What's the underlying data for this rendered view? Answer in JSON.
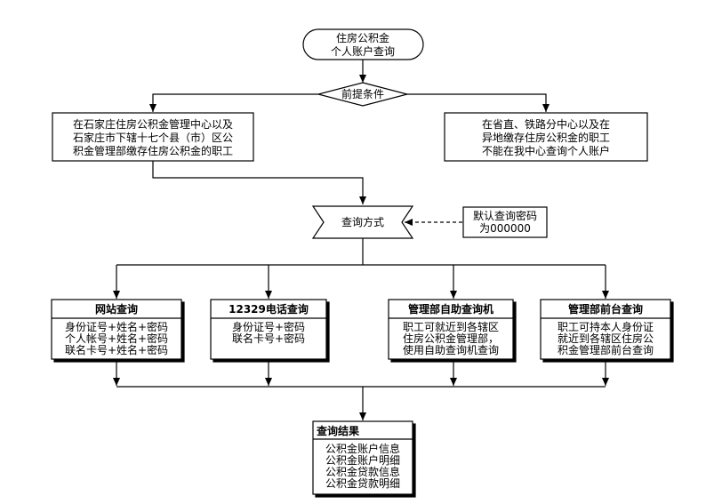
{
  "start": {
    "lines": [
      "住房公积金",
      "个人账户查询"
    ]
  },
  "precondition": {
    "label": "前提条件"
  },
  "eligible": {
    "lines": [
      "在石家庄住房公积金管理中心以及",
      "石家庄市下辖十七个县（市）区公",
      "积金管理部缴存住房公积金的职工"
    ]
  },
  "ineligible": {
    "lines": [
      "在省直、铁路分中心以及在",
      "异地缴存住房公积金的职工",
      "不能在我中心查询个人账户"
    ]
  },
  "method": {
    "label": "查询方式"
  },
  "password_note": {
    "lines": [
      "默认查询密码",
      "为000000"
    ]
  },
  "channels": [
    {
      "title": "网站查询",
      "lines": [
        "身份证号+姓名+密码",
        "个人帐号+姓名+密码",
        "联名卡号+姓名+密码"
      ]
    },
    {
      "title": "12329电话查询",
      "lines": [
        "身份证号+密码",
        "联名卡号+密码"
      ]
    },
    {
      "title": "管理部自助查询机",
      "lines": [
        "职工可就近到各辖区",
        "住房公积金管理部，",
        "使用自助查询机查询"
      ]
    },
    {
      "title": "管理部前台查询",
      "lines": [
        "职工可持本人身份证",
        "就近到各辖区住房公",
        "积金管理部前台查询"
      ]
    }
  ],
  "result": {
    "title": "查询结果",
    "lines": [
      "公积金账户信息",
      "公积金账户明细",
      "公积金贷款信息",
      "公积金贷款明细"
    ]
  }
}
